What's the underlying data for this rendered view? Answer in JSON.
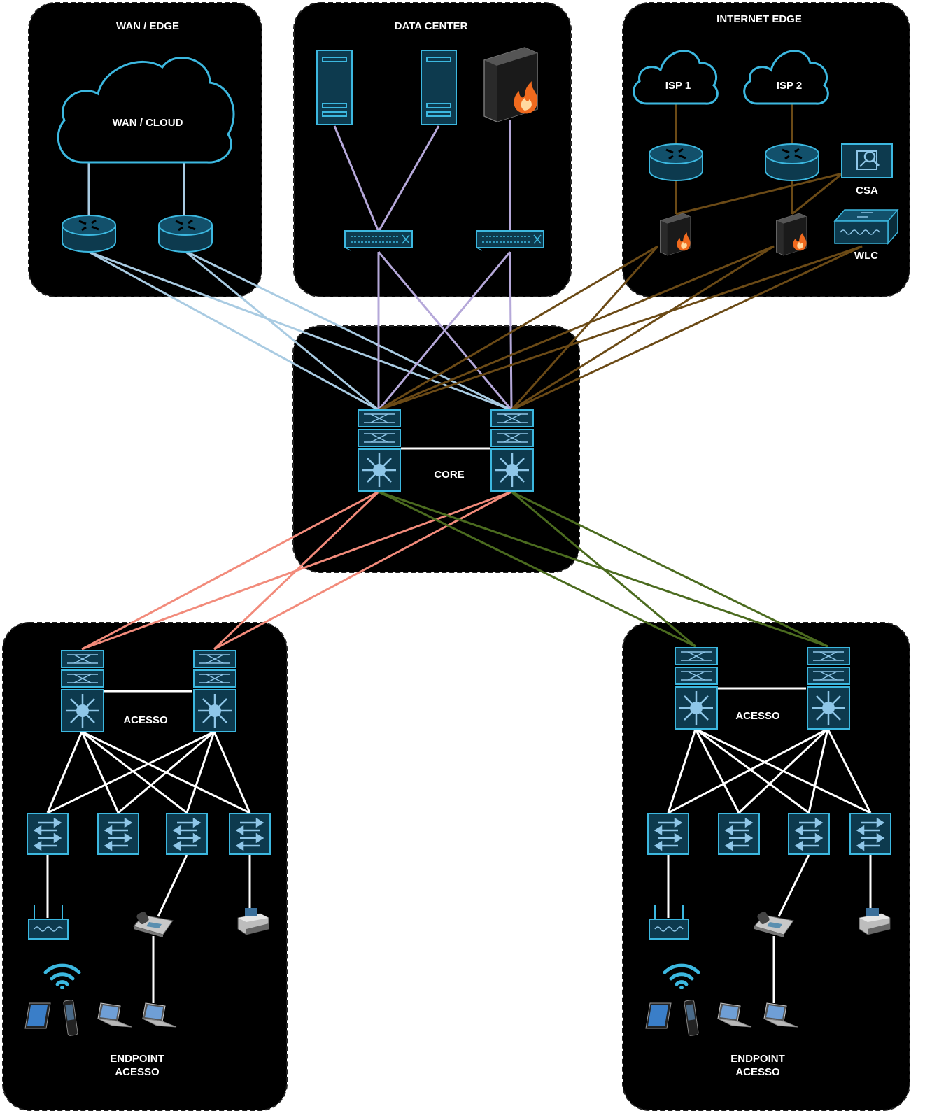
{
  "zones": {
    "wan_edge": "WAN / EDGE",
    "data_center": "DATA CENTER",
    "internet_edge": "INTERNET EDGE",
    "core": "CORE",
    "access_left": "ACESSO",
    "access_right": "ACESSO",
    "endpoint_left": [
      "ENDPOINT",
      "ACESSO"
    ],
    "endpoint_right": [
      "ENDPOINT",
      "ACESSO"
    ]
  },
  "devices": {
    "wan_cloud": "WAN / CLOUD",
    "isp1": "ISP 1",
    "isp2": "ISP 2",
    "csa": "CSA",
    "wlc": "WLC"
  },
  "colors": {
    "zone_fill": "#000000",
    "device_fill": "#0d3a4e",
    "device_stroke": "#3cb8e0",
    "wan_links": "#a9cbe2",
    "dc_links": "#b5a8d9",
    "internet_links": "#6b4a16",
    "core_left_access": "#f28b7b",
    "core_right_access": "#4b6b1f",
    "local_links": "#ffffff"
  }
}
